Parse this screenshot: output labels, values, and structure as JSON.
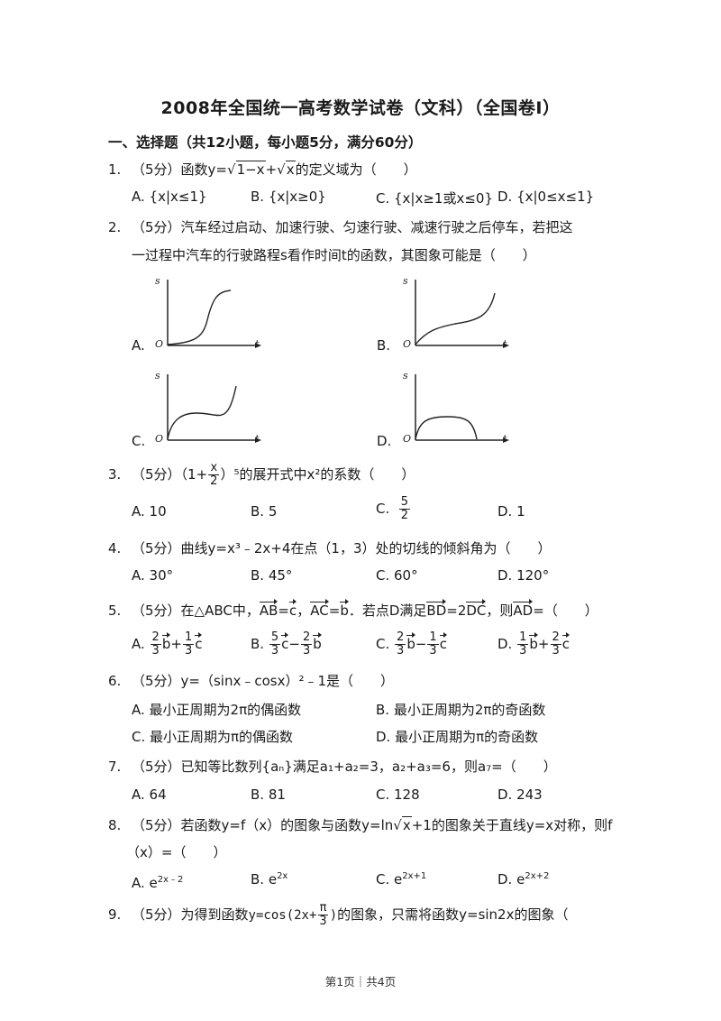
{
  "title": "2008年全国统一高考数学试卷（文科）（全国卷Ⅰ）",
  "section": "一、选择题（共12小题，每小题5分，满分60分）",
  "q1": {
    "num": "1.",
    "pre": "（5分）函数y=",
    "s1": "1−x",
    "plus": "+",
    "s2": "x",
    "post": "的定义域为（　　）",
    "a": "A.  {x|x≤1}",
    "b": "B.  {x|x≥0}",
    "c": "C.  {x|x≥1或x≤0}",
    "d": "D.  {x|0≤x≤1}"
  },
  "q2": {
    "num": "2.",
    "line1": "（5分）汽车经过启动、加速行驶、匀速行驶、减速行驶之后停车，若把这",
    "line2": "一过程中汽车的行驶路程s看作时间t的函数，其图象可能是（　　）",
    "a": "A.",
    "b": "B.",
    "c": "C.",
    "d": "D.",
    "s": "s",
    "t": "t",
    "o": "O"
  },
  "q3": {
    "num": "3.",
    "pre": "（5分）（1+",
    "fn": "x",
    "fd": "2",
    "post": "）⁵的展开式中x²的系数（　　）",
    "a": "A.  10",
    "b": "B.  5",
    "c_label": "C.",
    "cn": "5",
    "cd": "2",
    "d": "D.  1"
  },
  "q4": {
    "num": "4.",
    "text": "（5分）曲线y=x³﹣2x+4在点（1，3）处的切线的倾斜角为（　　）",
    "a": "A.  30°",
    "b": "B.  45°",
    "c": "C.  60°",
    "d": "D.  120°"
  },
  "q5": {
    "num": "5.",
    "t1": "（5分）在△ABC中，",
    "ab": "AB",
    "t2": "=",
    "c": "c",
    "t3": "，",
    "ac": "AC",
    "t4": "=",
    "b": "b",
    "t5": "．若点D满足",
    "bd": "BD",
    "t6": "=2",
    "dc": "DC",
    "t7": "，则",
    "ad": "AD",
    "t8": "=（　　）",
    "A": "A.",
    "B": "B.",
    "C": "C.",
    "D": "D.",
    "n2": "2",
    "n1": "1",
    "n5": "5",
    "d3": "3",
    "plus": "+",
    "minus": "−",
    "vb": "b",
    "vc": "c"
  },
  "q6": {
    "num": "6.",
    "text": "（5分）y=（sinx﹣cosx）²﹣1是（　　）",
    "a": "A.  最小正周期为2π的偶函数",
    "b": "B.  最小正周期为2π的奇函数",
    "c": "C.  最小正周期为π的偶函数",
    "d": "D.  最小正周期为π的奇函数"
  },
  "q7": {
    "num": "7.",
    "text": "（5分）已知等比数列{aₙ}满足a₁+a₂=3，a₂+a₃=6，则a₇=（　　）",
    "a": "A.  64",
    "b": "B.  81",
    "c": "C.  128",
    "d": "D.  243"
  },
  "q8": {
    "num": "8.",
    "pre": "（5分）若函数y=f（x）的图象与函数y=ln",
    "s": "x",
    "post": "+1的图象关于直线y=x对称，则f",
    "line2": "（x）=（　　）",
    "a_pre": "A.  e",
    "a_sup": "2x﹣2",
    "b_pre": "B.  e",
    "b_sup": "2x",
    "c_pre": "C.  e",
    "c_sup": "2x+1",
    "d_pre": "D.  e",
    "d_sup": "2x+2"
  },
  "q9": {
    "num": "9.",
    "pre": "（5分）为得到函数",
    "f1": "y=cos(2x+",
    "fn": "π",
    "fd": "3",
    "f2": ")",
    "post": "的图象，只需将函数y=sin2x的图象（"
  },
  "footer": "第1页｜共4页"
}
